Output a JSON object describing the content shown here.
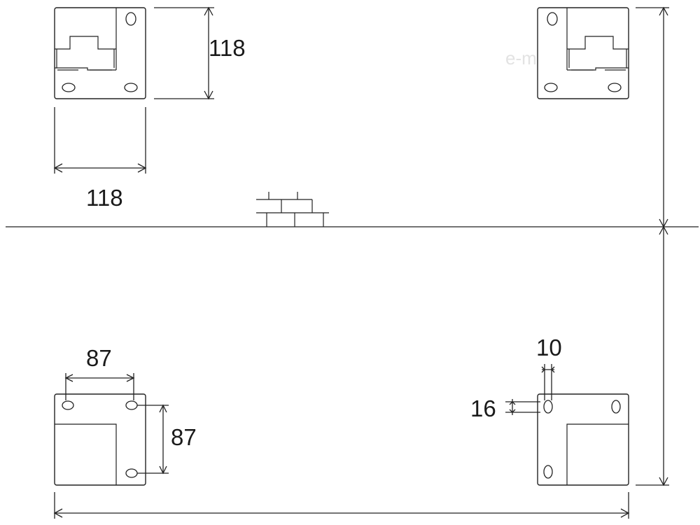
{
  "watermark": "e-markizy.pl",
  "dimensions": {
    "top_left_height": "118",
    "top_left_width": "118",
    "bottom_left_hole_spacing_h": "87",
    "bottom_left_hole_spacing_v": "87",
    "bottom_right_slot_width": "10",
    "bottom_right_slot_height": "16"
  }
}
